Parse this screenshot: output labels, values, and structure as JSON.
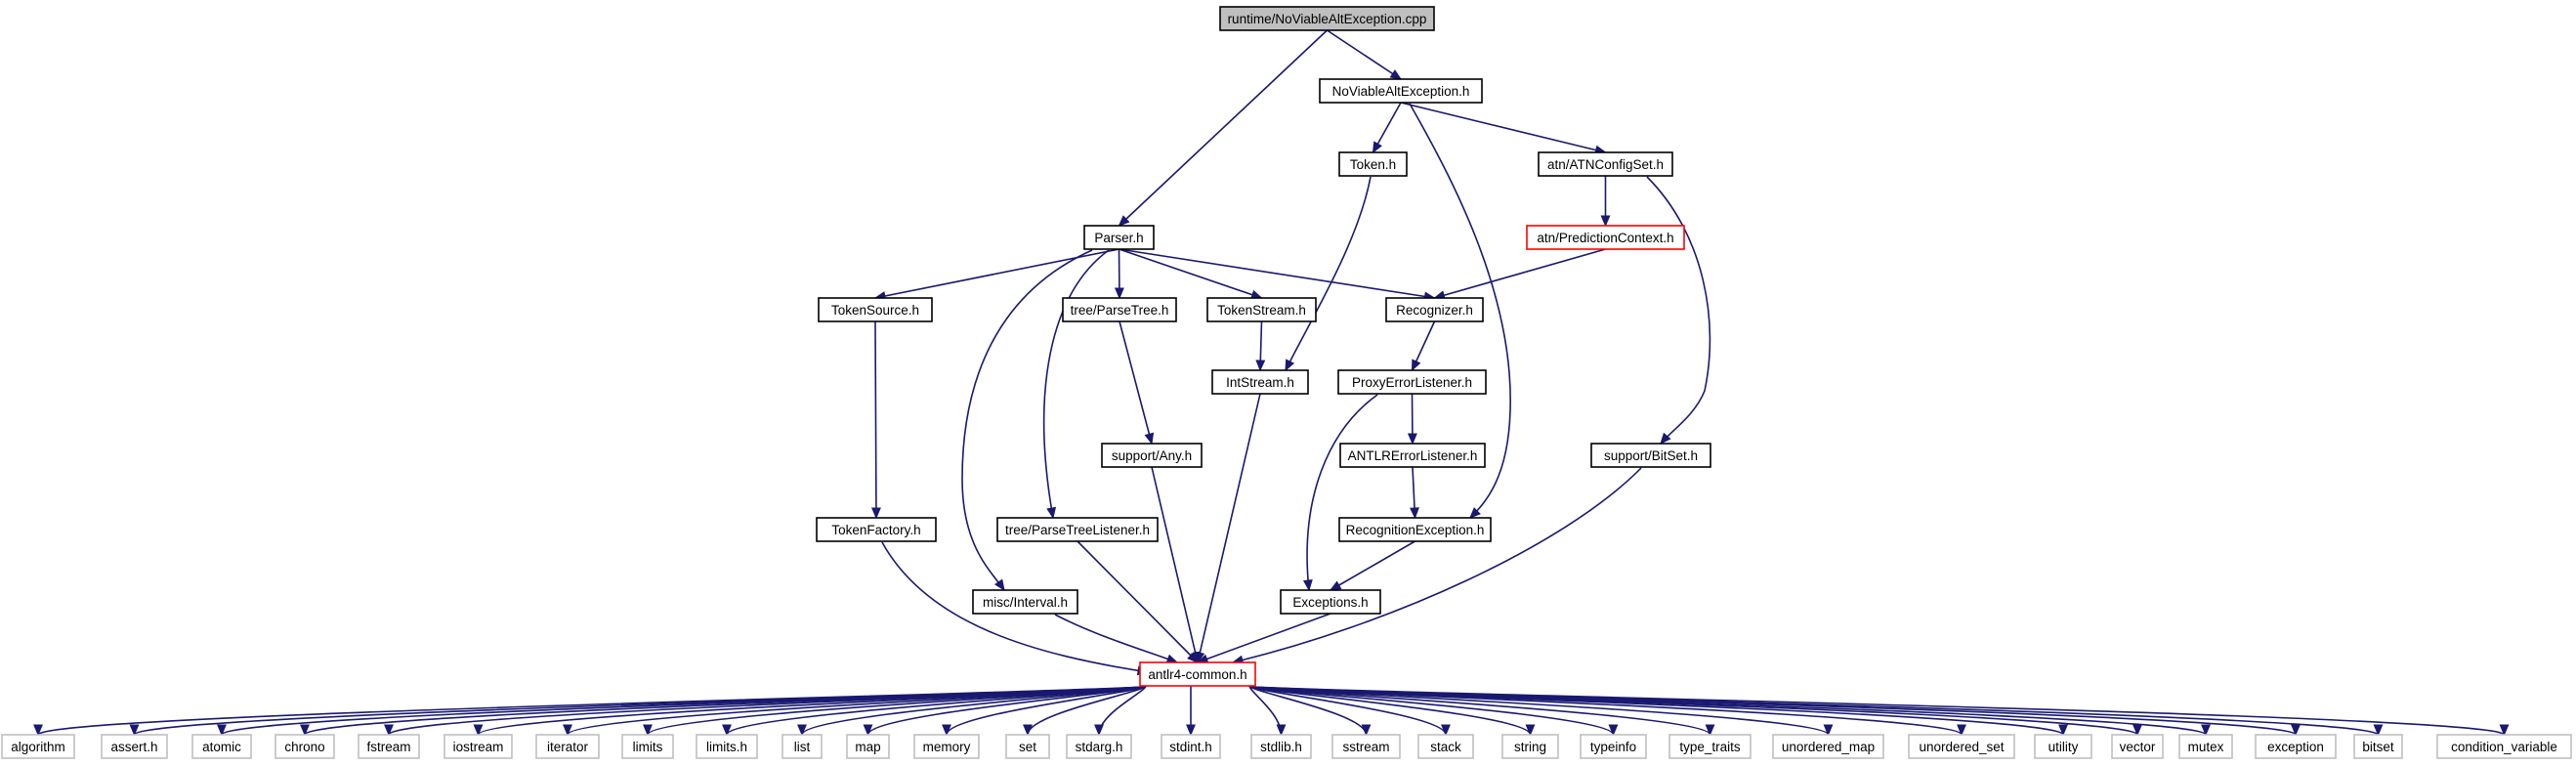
{
  "graph": {
    "nodes": [
      {
        "id": "root",
        "label": "runtime/NoViableAltException.cpp",
        "style": "root"
      },
      {
        "id": "nvae_h",
        "label": "NoViableAltException.h",
        "style": "normal"
      },
      {
        "id": "parser_h",
        "label": "Parser.h",
        "style": "normal"
      },
      {
        "id": "token_h",
        "label": "Token.h",
        "style": "normal"
      },
      {
        "id": "atncs_h",
        "label": "atn/ATNConfigSet.h",
        "style": "normal"
      },
      {
        "id": "predctx_h",
        "label": "atn/PredictionContext.h",
        "style": "truncated"
      },
      {
        "id": "tokensource_h",
        "label": "TokenSource.h",
        "style": "normal"
      },
      {
        "id": "parsetree_h",
        "label": "tree/ParseTree.h",
        "style": "normal"
      },
      {
        "id": "tokenstream_h",
        "label": "TokenStream.h",
        "style": "normal"
      },
      {
        "id": "recognizer_h",
        "label": "Recognizer.h",
        "style": "normal"
      },
      {
        "id": "intstream_h",
        "label": "IntStream.h",
        "style": "normal"
      },
      {
        "id": "proxyerr_h",
        "label": "ProxyErrorListener.h",
        "style": "normal"
      },
      {
        "id": "any_h",
        "label": "support/Any.h",
        "style": "normal"
      },
      {
        "id": "antlrerr_h",
        "label": "ANTLRErrorListener.h",
        "style": "normal"
      },
      {
        "id": "bitset_h",
        "label": "support/BitSet.h",
        "style": "normal"
      },
      {
        "id": "tokenfactory_h",
        "label": "TokenFactory.h",
        "style": "normal"
      },
      {
        "id": "ptlistener_h",
        "label": "tree/ParseTreeListener.h",
        "style": "normal"
      },
      {
        "id": "recexc_h",
        "label": "RecognitionException.h",
        "style": "normal"
      },
      {
        "id": "interval_h",
        "label": "misc/Interval.h",
        "style": "normal"
      },
      {
        "id": "exceptions_h",
        "label": "Exceptions.h",
        "style": "normal"
      },
      {
        "id": "common_h",
        "label": "antlr4-common.h",
        "style": "truncated"
      },
      {
        "id": "s_algorithm",
        "label": "algorithm",
        "style": "system"
      },
      {
        "id": "s_assert",
        "label": "assert.h",
        "style": "system"
      },
      {
        "id": "s_atomic",
        "label": "atomic",
        "style": "system"
      },
      {
        "id": "s_chrono",
        "label": "chrono",
        "style": "system"
      },
      {
        "id": "s_fstream",
        "label": "fstream",
        "style": "system"
      },
      {
        "id": "s_iostream",
        "label": "iostream",
        "style": "system"
      },
      {
        "id": "s_iterator",
        "label": "iterator",
        "style": "system"
      },
      {
        "id": "s_limits",
        "label": "limits",
        "style": "system"
      },
      {
        "id": "s_limits_h",
        "label": "limits.h",
        "style": "system"
      },
      {
        "id": "s_list",
        "label": "list",
        "style": "system"
      },
      {
        "id": "s_map",
        "label": "map",
        "style": "system"
      },
      {
        "id": "s_memory",
        "label": "memory",
        "style": "system"
      },
      {
        "id": "s_set",
        "label": "set",
        "style": "system"
      },
      {
        "id": "s_stdarg",
        "label": "stdarg.h",
        "style": "system"
      },
      {
        "id": "s_stdint",
        "label": "stdint.h",
        "style": "system"
      },
      {
        "id": "s_stdlib",
        "label": "stdlib.h",
        "style": "system"
      },
      {
        "id": "s_sstream",
        "label": "sstream",
        "style": "system"
      },
      {
        "id": "s_stack",
        "label": "stack",
        "style": "system"
      },
      {
        "id": "s_string",
        "label": "string",
        "style": "system"
      },
      {
        "id": "s_typeinfo",
        "label": "typeinfo",
        "style": "system"
      },
      {
        "id": "s_type_traits",
        "label": "type_traits",
        "style": "system"
      },
      {
        "id": "s_unordered_map",
        "label": "unordered_map",
        "style": "system"
      },
      {
        "id": "s_unordered_set",
        "label": "unordered_set",
        "style": "system"
      },
      {
        "id": "s_utility",
        "label": "utility",
        "style": "system"
      },
      {
        "id": "s_vector",
        "label": "vector",
        "style": "system"
      },
      {
        "id": "s_mutex",
        "label": "mutex",
        "style": "system"
      },
      {
        "id": "s_exception",
        "label": "exception",
        "style": "system"
      },
      {
        "id": "s_bitset",
        "label": "bitset",
        "style": "system"
      },
      {
        "id": "s_condition_variable",
        "label": "condition_variable",
        "style": "system"
      }
    ],
    "edges": [
      [
        "root",
        "nvae_h"
      ],
      [
        "root",
        "parser_h"
      ],
      [
        "nvae_h",
        "token_h"
      ],
      [
        "nvae_h",
        "atncs_h"
      ],
      [
        "nvae_h",
        "recexc_h"
      ],
      [
        "atncs_h",
        "predctx_h"
      ],
      [
        "atncs_h",
        "bitset_h"
      ],
      [
        "predctx_h",
        "recognizer_h"
      ],
      [
        "token_h",
        "intstream_h"
      ],
      [
        "parser_h",
        "tokensource_h"
      ],
      [
        "parser_h",
        "parsetree_h"
      ],
      [
        "parser_h",
        "tokenstream_h"
      ],
      [
        "parser_h",
        "recognizer_h"
      ],
      [
        "parser_h",
        "interval_h"
      ],
      [
        "parser_h",
        "ptlistener_h"
      ],
      [
        "tokensource_h",
        "tokenfactory_h"
      ],
      [
        "parsetree_h",
        "any_h"
      ],
      [
        "tokenstream_h",
        "intstream_h"
      ],
      [
        "recognizer_h",
        "proxyerr_h"
      ],
      [
        "proxyerr_h",
        "antlrerr_h"
      ],
      [
        "proxyerr_h",
        "exceptions_h"
      ],
      [
        "antlrerr_h",
        "recexc_h"
      ],
      [
        "recexc_h",
        "exceptions_h"
      ],
      [
        "tokenfactory_h",
        "common_h"
      ],
      [
        "ptlistener_h",
        "common_h"
      ],
      [
        "any_h",
        "common_h"
      ],
      [
        "intstream_h",
        "common_h"
      ],
      [
        "interval_h",
        "common_h"
      ],
      [
        "exceptions_h",
        "common_h"
      ],
      [
        "bitset_h",
        "common_h"
      ],
      [
        "common_h",
        "s_algorithm"
      ],
      [
        "common_h",
        "s_assert"
      ],
      [
        "common_h",
        "s_atomic"
      ],
      [
        "common_h",
        "s_chrono"
      ],
      [
        "common_h",
        "s_fstream"
      ],
      [
        "common_h",
        "s_iostream"
      ],
      [
        "common_h",
        "s_iterator"
      ],
      [
        "common_h",
        "s_limits"
      ],
      [
        "common_h",
        "s_limits_h"
      ],
      [
        "common_h",
        "s_list"
      ],
      [
        "common_h",
        "s_map"
      ],
      [
        "common_h",
        "s_memory"
      ],
      [
        "common_h",
        "s_set"
      ],
      [
        "common_h",
        "s_stdarg"
      ],
      [
        "common_h",
        "s_stdint"
      ],
      [
        "common_h",
        "s_stdlib"
      ],
      [
        "common_h",
        "s_sstream"
      ],
      [
        "common_h",
        "s_stack"
      ],
      [
        "common_h",
        "s_string"
      ],
      [
        "common_h",
        "s_typeinfo"
      ],
      [
        "common_h",
        "s_type_traits"
      ],
      [
        "common_h",
        "s_unordered_map"
      ],
      [
        "common_h",
        "s_unordered_set"
      ],
      [
        "common_h",
        "s_utility"
      ],
      [
        "common_h",
        "s_vector"
      ],
      [
        "common_h",
        "s_mutex"
      ],
      [
        "common_h",
        "s_exception"
      ],
      [
        "common_h",
        "s_bitset"
      ],
      [
        "common_h",
        "s_condition_variable"
      ]
    ]
  }
}
